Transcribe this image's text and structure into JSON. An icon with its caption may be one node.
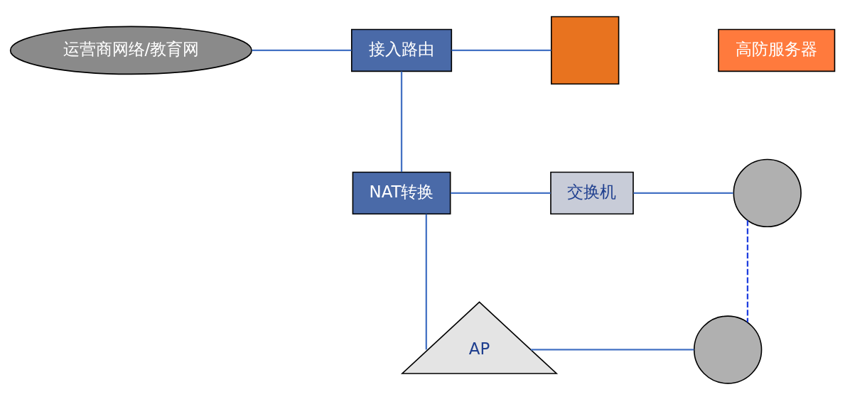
{
  "diagram": {
    "nodes": [
      {
        "text": [
          "运营商网络/教育网"
        ]
      },
      {
        "text": [
          "接入路由"
        ]
      },
      {
        "text": [
          "高防服务器"
        ]
      },
      {
        "text": [],
        "shape": "box"
      },
      {
        "text": [
          "NAT转换"
        ]
      },
      {
        "text": [
          "交换机"
        ]
      },
      {
        "text": [],
        "shape": "person"
      },
      {
        "text": [
          "AP"
        ]
      },
      {
        "text": [],
        "shape": "person"
      }
    ],
    "edges": [
      {
        "from": 0,
        "to": 1,
        "arrow": "none"
      },
      {
        "from": 1,
        "to": 3,
        "arrow": "none"
      },
      {
        "from": 1,
        "to": 4,
        "arrow": "none"
      },
      {
        "from": 4,
        "to": 7,
        "arrow": "none"
      },
      {
        "from": 4,
        "to": 5,
        "arrow": "none"
      },
      {
        "from": 5,
        "to": 6,
        "arrow": "none"
      },
      {
        "from": 7,
        "to": 8,
        "arrow": "none"
      },
      {
        "from": 6,
        "to": 8,
        "arrow": "none",
        "style": "dashed",
        "color": "#1f3fe0"
      }
    ]
  }
}
